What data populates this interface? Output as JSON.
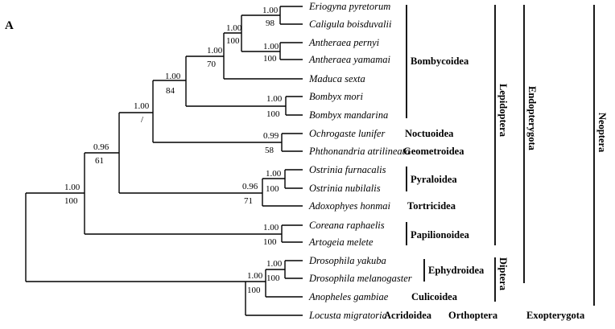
{
  "panel_label": "A",
  "taxa": [
    "Eriogyna pyretorum",
    "Caligula boisduvalii",
    "Antheraea pernyi",
    "Antheraea yamamai",
    "Maduca sexta",
    "Bombyx mori",
    "Bombyx mandarina",
    "Ochrogaste lunifer",
    "Phthonandria atrilineata",
    "Ostrinia furnacalis",
    "Ostrinia nubilalis",
    "Adoxophyes honmai",
    "Coreana raphaelis",
    "Artogeia melete",
    "Drosophila yakuba",
    "Drosophila melanogaster",
    "Anopheles gambiae",
    "Locusta migratoria"
  ],
  "node_support": {
    "eriogyna_caligula": {
      "posterior": "1.00",
      "bootstrap": "98"
    },
    "antheraea": {
      "posterior": "1.00",
      "bootstrap": "100"
    },
    "saturniidae": {
      "posterior": "1.00",
      "bootstrap": "100"
    },
    "with_maduca": {
      "posterior": "1.00",
      "bootstrap": "70"
    },
    "bombyx": {
      "posterior": "1.00",
      "bootstrap": "100"
    },
    "bombycoidea": {
      "posterior": "1.00",
      "bootstrap": "84"
    },
    "noct_geom": {
      "posterior": "0.99",
      "bootstrap": "58"
    },
    "macroheterocera": {
      "posterior": "1.00",
      "bootstrap": "/"
    },
    "ostrinia": {
      "posterior": "1.00",
      "bootstrap": "100"
    },
    "pyr_tort": {
      "posterior": "0.96",
      "bootstrap": "71"
    },
    "moths": {
      "posterior": "0.96",
      "bootstrap": "61"
    },
    "papilionoidea": {
      "posterior": "1.00",
      "bootstrap": "100"
    },
    "lepidoptera": {
      "posterior": "1.00",
      "bootstrap": "100"
    },
    "drosophila": {
      "posterior": "1.00",
      "bootstrap": "100"
    },
    "diptera": {
      "posterior": "1.00",
      "bootstrap": "100"
    }
  },
  "superfamilies": [
    "Bombycoidea",
    "Noctuoidea",
    "Geometroidea",
    "Pyraloidea",
    "Tortricidea",
    "Papilionoidea",
    "Ephydroidea",
    "Culicoidea",
    "Acridoidea"
  ],
  "orders": [
    "Lepidoptera",
    "Diptera",
    "Orthoptera"
  ],
  "divisions": [
    "Endopterygota",
    "Exopterygota"
  ],
  "cohort": "Neoptera"
}
